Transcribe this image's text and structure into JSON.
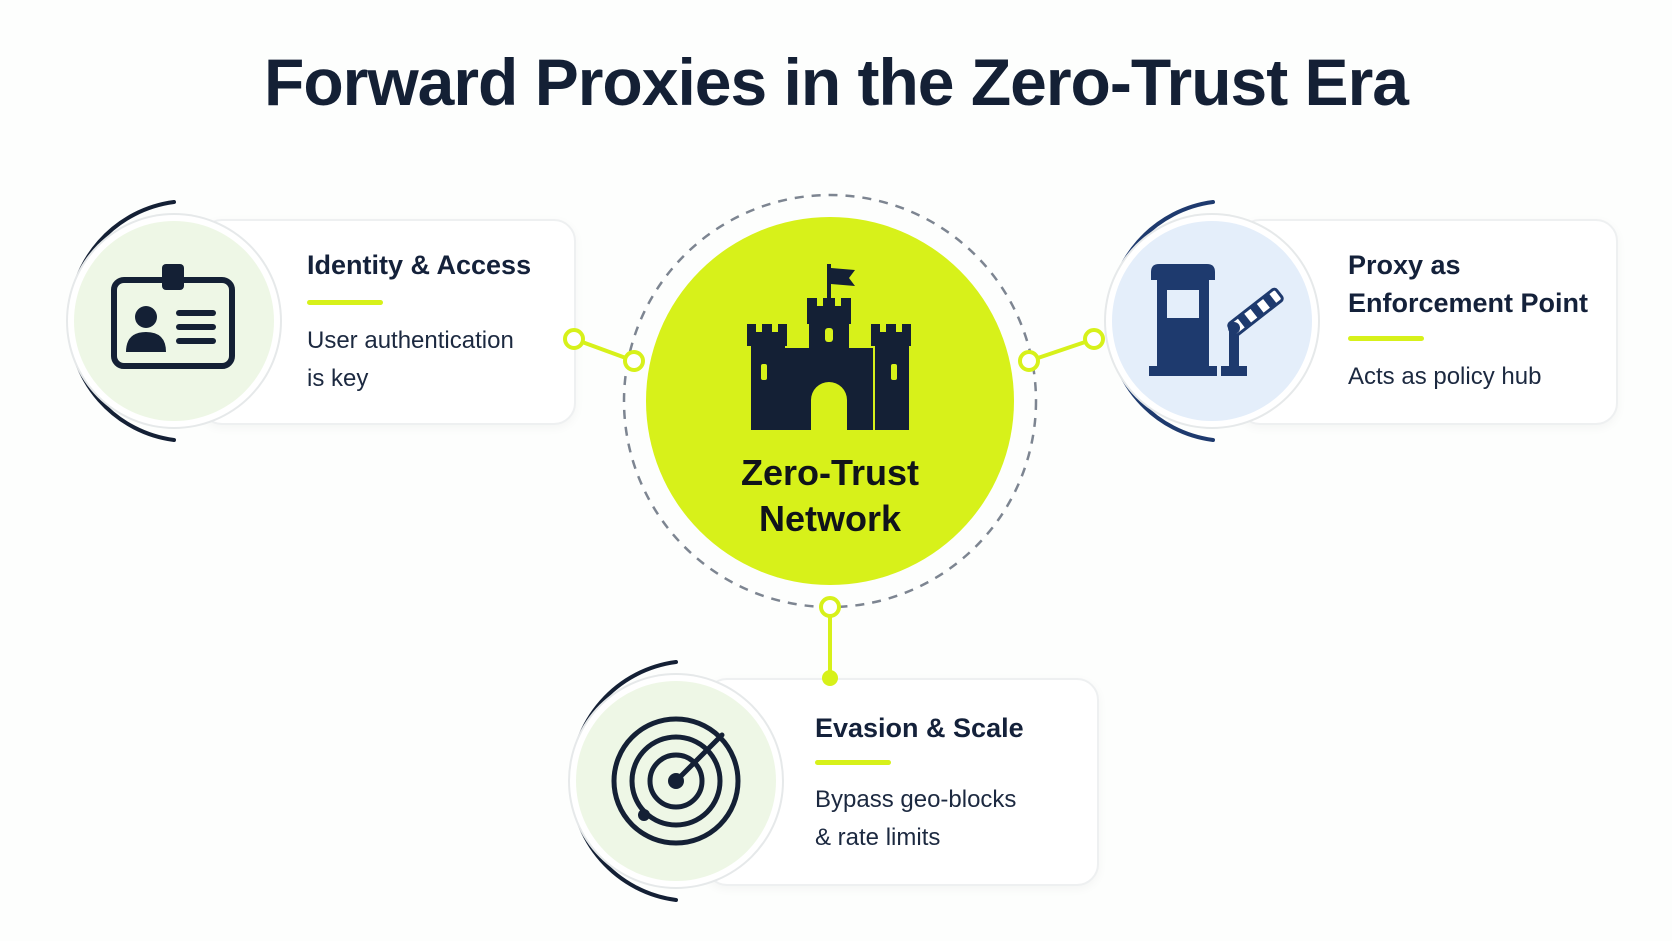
{
  "title": "Forward Proxies in the Zero-Trust Era",
  "center": {
    "label_line1": "Zero-Trust",
    "label_line2": "Network",
    "icon": "castle-icon"
  },
  "nodes": {
    "identity": {
      "title": "Identity & Access",
      "desc_line1": "User authentication",
      "desc_line2": "is key",
      "icon": "id-badge-icon"
    },
    "proxy": {
      "title_line1": "Proxy as",
      "title_line2": "Enforcement Point",
      "desc": "Acts as policy hub",
      "icon": "toll-barrier-icon"
    },
    "evasion": {
      "title": "Evasion & Scale",
      "desc_line1": "Bypass geo-blocks",
      "desc_line2": "& rate limits",
      "icon": "radar-icon"
    }
  },
  "colors": {
    "accent": "#d7f11a",
    "navy": "#142035",
    "identity_badge": "#eef7e6",
    "proxy_badge": "#e4eefa",
    "evasion_badge": "#eef7e6"
  }
}
